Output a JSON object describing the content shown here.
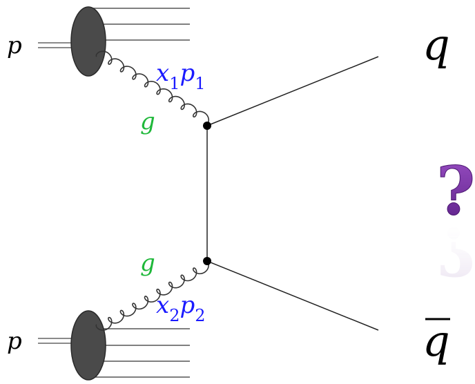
{
  "labels": {
    "proton_top": "p",
    "proton_bottom": "p",
    "gluon_top": "g",
    "gluon_bottom": "g",
    "momentum_top_x": "x",
    "momentum_top_x_sub": "1",
    "momentum_top_p": "p",
    "momentum_top_p_sub": "1",
    "momentum_bottom_x": "x",
    "momentum_bottom_x_sub": "2",
    "momentum_bottom_p": "p",
    "momentum_bottom_p_sub": "2",
    "quark_top": "q",
    "antiquark_bottom": "q",
    "question_mark": "?"
  },
  "colors": {
    "momentum_label": "#1a1aff",
    "gluon_label": "#1fb83a",
    "proton_blob": "#4a4a4a",
    "question_mark": "#7a2fa0",
    "lines": "#222222"
  }
}
